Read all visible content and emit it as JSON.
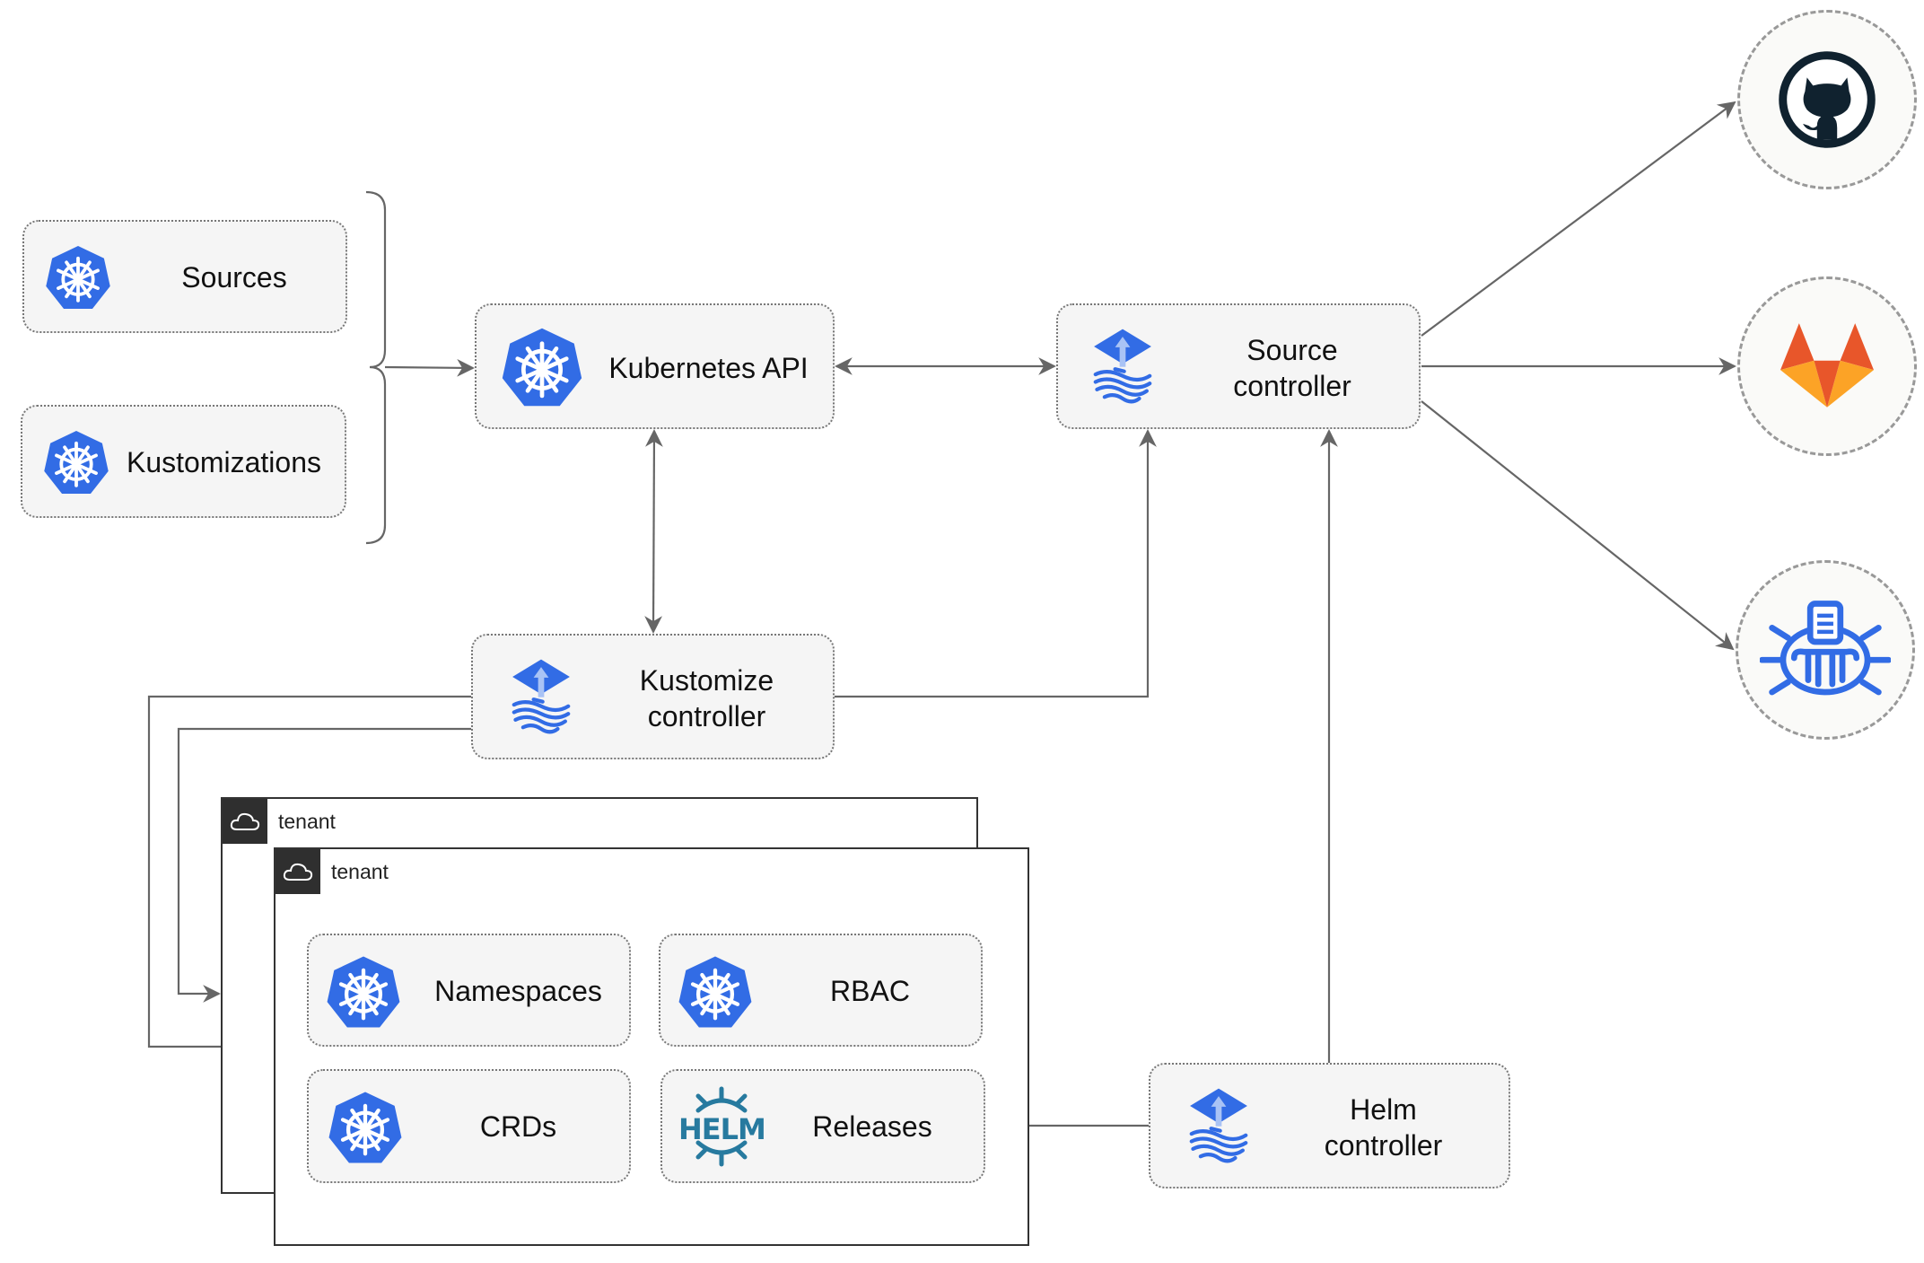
{
  "nodes": {
    "sources": "Sources",
    "kustomizations": "Kustomizations",
    "kubernetes_api": "Kubernetes API",
    "source_controller": [
      "Source",
      "controller"
    ],
    "kustomize_controller": [
      "Kustomize",
      "controller"
    ],
    "helm_controller": [
      "Helm",
      "controller"
    ],
    "namespaces": "Namespaces",
    "rbac": "RBAC",
    "crds": "CRDs",
    "releases": "Releases"
  },
  "tenants": [
    "tenant",
    "tenant"
  ],
  "helm_logo_text": "HELM",
  "external_sources": [
    "github-icon",
    "gitlab-icon",
    "bucket-icon"
  ],
  "colors": {
    "k8s_blue": "#326ce5",
    "line": "#666666",
    "github": "#10222f",
    "gitlab_red": "#e8562a",
    "gitlab_orange": "#fca326",
    "helm": "#277a9f"
  }
}
